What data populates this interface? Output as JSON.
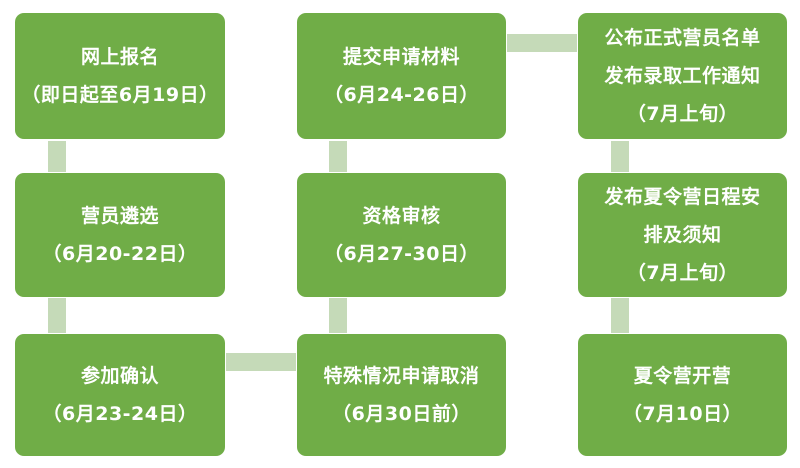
{
  "steps": [
    {
      "id": "online-registration",
      "lines": [
        "网上报名",
        "（即日起至6月19日）"
      ]
    },
    {
      "id": "camper-selection",
      "lines": [
        "营员遴选",
        "（6月20-22日）"
      ]
    },
    {
      "id": "participation-confirmation",
      "lines": [
        "参加确认",
        "（6月23-24日）"
      ]
    },
    {
      "id": "special-cancellation",
      "lines": [
        "特殊情况申请取消",
        "（6月30日前）"
      ]
    },
    {
      "id": "qualification-review",
      "lines": [
        "资格审核",
        "（6月27-30日）"
      ]
    },
    {
      "id": "submit-materials",
      "lines": [
        "提交申请材料",
        "（6月24-26日）"
      ]
    },
    {
      "id": "publish-camper-list",
      "lines": [
        "公布正式营员名单",
        "发布录取工作通知",
        "（7月上旬）"
      ]
    },
    {
      "id": "publish-schedule",
      "lines": [
        "发布夏令营日程安",
        "排及须知",
        "（7月上旬）"
      ]
    },
    {
      "id": "camp-opening",
      "lines": [
        "夏令营开营",
        "（7月10日）"
      ]
    }
  ],
  "colors": {
    "node_fill": "#70ad47",
    "node_text": "#ffffff",
    "connector": "#c5dab8"
  }
}
